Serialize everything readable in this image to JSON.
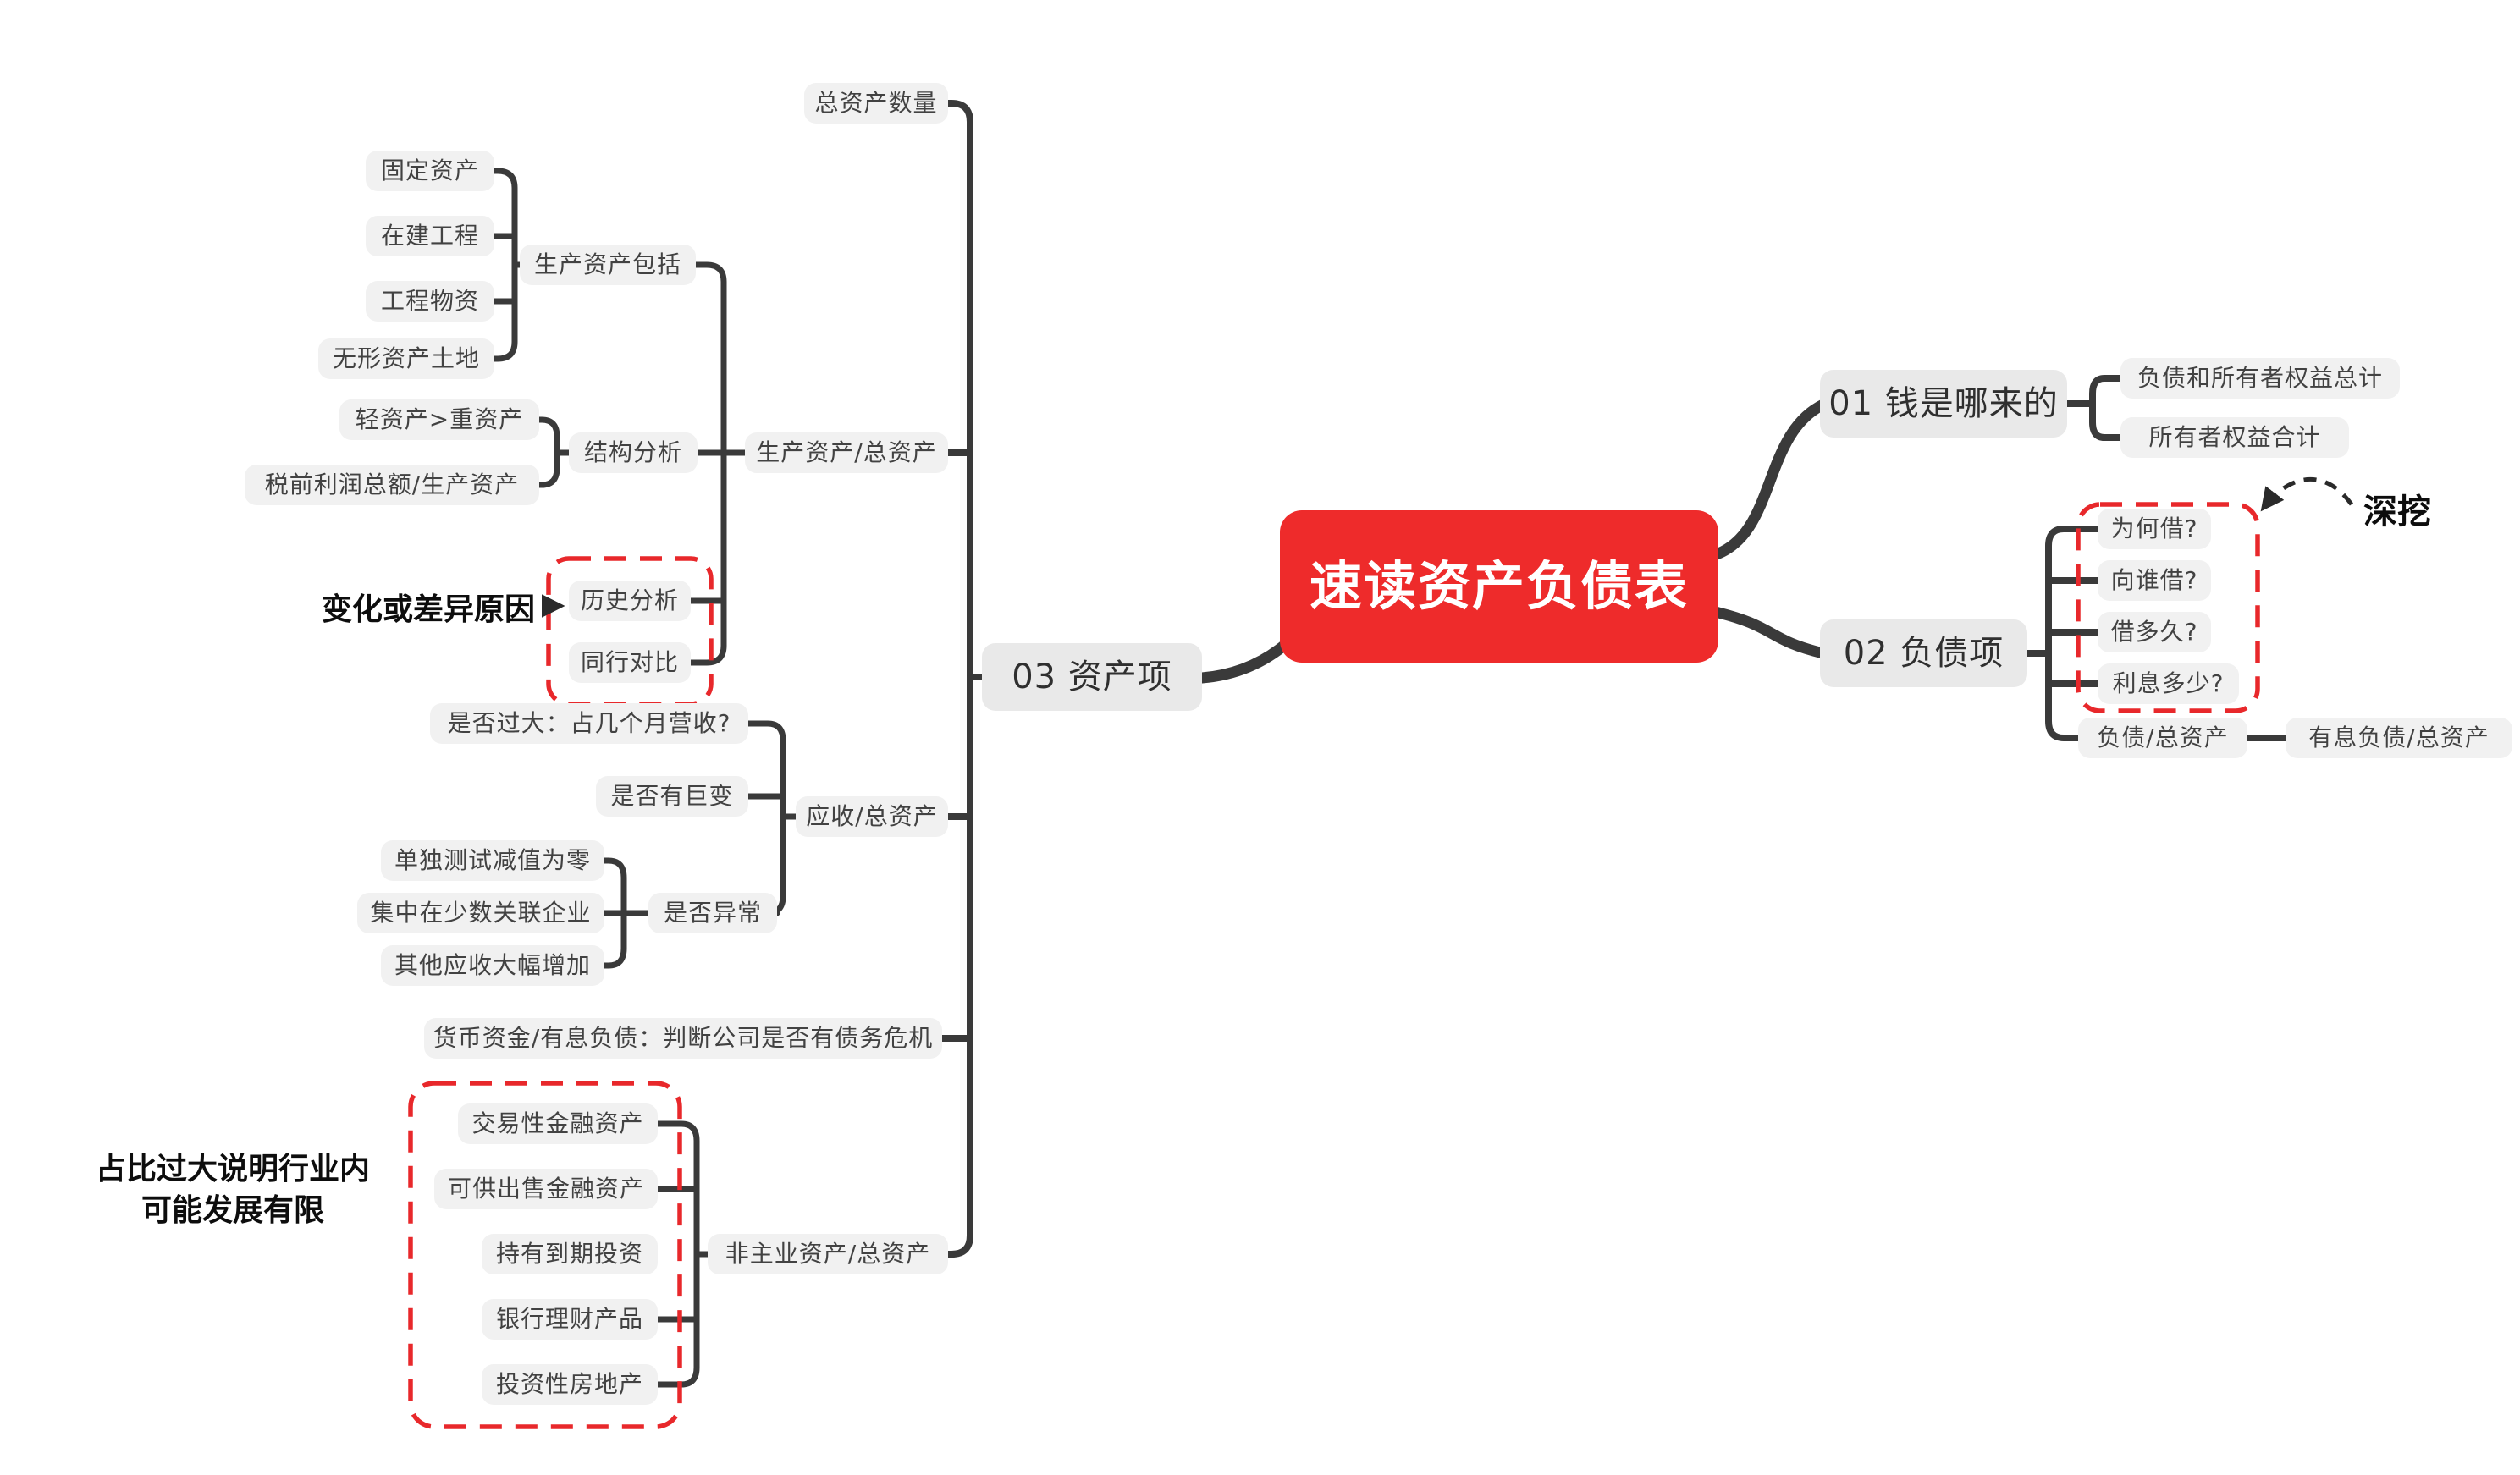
{
  "title": "速读资产负债表",
  "colors": {
    "root_bg": "#ee2b2b",
    "root_text": "#ffffff",
    "node_bg": "#f1f1f1",
    "main_node_bg": "#e9e9e9",
    "line": "#3a3a3a",
    "dashed_group_border": "#e8282b",
    "annotation_text": "#0d0d0d"
  },
  "labels": {
    "root": "速读资产负债表",
    "n01": "01 钱是哪来的",
    "n01c1": "负债和所有者权益总计",
    "n01c2": "所有者权益合计",
    "n02": "02 负债项",
    "q1": "为何借?",
    "q2": "向谁借?",
    "q3": "借多久?",
    "q4": "利息多少?",
    "debt_ratio": "负债/总资产",
    "interest_debt_ratio": "有息负债/总资产",
    "n03": "03 资产项",
    "total_assets": "总资产数量",
    "prod_ratio": "生产资产/总资产",
    "prod_include": "生产资产包括",
    "fixed_assets": "固定资产",
    "construction": "在建工程",
    "materials": "工程物资",
    "intangible_land": "无形资产土地",
    "structure_analysis": "结构分析",
    "light_heavy": "轻资产>重资产",
    "pretax_ratio": "税前利润总额/生产资产",
    "history_analysis": "历史分析",
    "peer_compare": "同行对比",
    "recv_ratio": "应收/总资产",
    "too_large": "是否过大：占几个月营收?",
    "huge_change": "是否有巨变",
    "abnormal": "是否异常",
    "impair_zero": "单独测试减值为零",
    "related_concentrated": "集中在少数关联企业",
    "other_recv_up": "其他应收大幅增加",
    "cash_vs_debt": "货币资金/有息负债：判断公司是否有债务危机",
    "noncore_ratio": "非主业资产/总资产",
    "trading_fin": "交易性金融资产",
    "afs_fin": "可供出售金融资产",
    "held_maturity": "持有到期投资",
    "bank_wm": "银行理财产品",
    "inv_property": "投资性房地产"
  },
  "annotations": {
    "change_reason": "变化或差异原因",
    "industry_limited": "占比过大说明行业内\n可能发展有限",
    "dig_deeper": "深挖"
  },
  "hierarchy": {
    "root": [
      "n01",
      "n02",
      "n03"
    ],
    "n01": [
      "n01c1",
      "n01c2"
    ],
    "n02": [
      "q1",
      "q2",
      "q3",
      "q4",
      "debt_ratio"
    ],
    "debt_ratio": [
      "interest_debt_ratio"
    ],
    "n03": [
      "total_assets",
      "prod_ratio",
      "recv_ratio",
      "cash_vs_debt",
      "noncore_ratio"
    ],
    "prod_ratio": [
      "prod_include",
      "structure_analysis",
      "history_analysis",
      "peer_compare"
    ],
    "prod_include": [
      "fixed_assets",
      "construction",
      "materials",
      "intangible_land"
    ],
    "structure_analysis": [
      "light_heavy",
      "pretax_ratio"
    ],
    "recv_ratio": [
      "too_large",
      "huge_change",
      "abnormal"
    ],
    "abnormal": [
      "impair_zero",
      "related_concentrated",
      "other_recv_up"
    ],
    "noncore_ratio": [
      "trading_fin",
      "afs_fin",
      "held_maturity",
      "bank_wm",
      "inv_property"
    ],
    "dashed_groups": [
      [
        "q1",
        "q2",
        "q3",
        "q4"
      ],
      [
        "history_analysis",
        "peer_compare"
      ],
      [
        "trading_fin",
        "afs_fin",
        "held_maturity",
        "bank_wm",
        "inv_property"
      ]
    ]
  }
}
